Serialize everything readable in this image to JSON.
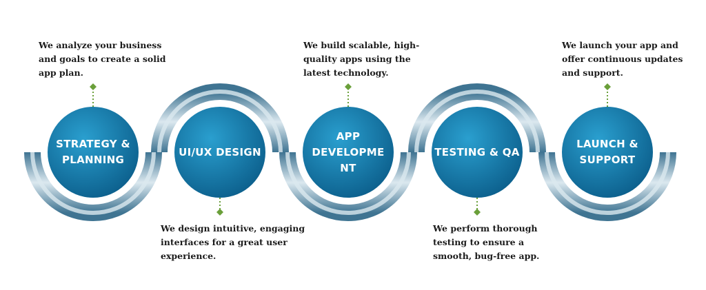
{
  "colors": {
    "circle_light": "#2a9fcf",
    "circle_dark": "#0c5f8c",
    "ribbon_light": "#dbe8ef",
    "ribbon_dark": "#3f7492",
    "connector": "#6a9f3a",
    "text": "#1b1b1b"
  },
  "steps": [
    {
      "title": "STRATEGY &\nPLANNING",
      "description": "We analyze your business\nand goals to create a solid\napp plan."
    },
    {
      "title": "UI/UX\nDESIGN",
      "description": "We design intuitive, engaging\n interfaces for a great user\nexperience."
    },
    {
      "title": "APP\nDEVELOPME\nNT",
      "description": "We build scalable, high-\nquality apps using the\nlatest technology."
    },
    {
      "title": "TESTING &\nQA",
      "description": "We perform thorough\ntesting to ensure a\nsmooth, bug-free app."
    },
    {
      "title": "LAUNCH &\nSUPPORT",
      "description": "We launch your app and\noffer continuous updates\nand support."
    }
  ]
}
